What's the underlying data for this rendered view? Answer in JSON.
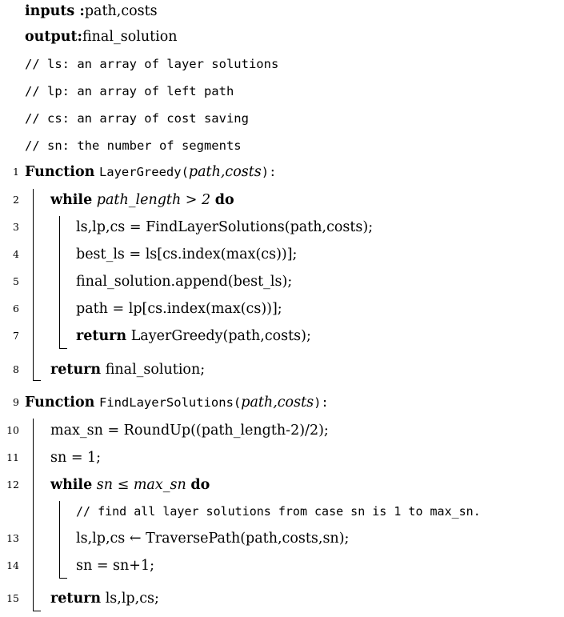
{
  "header": {
    "inputs_kw": "inputs :",
    "inputs_val": "path,costs",
    "output_kw": "output:",
    "output_val": "final_solution"
  },
  "comments": [
    "// ls:  an array of layer solutions",
    "// lp:  an array of left path",
    "// cs:  an array of cost saving",
    "// sn:  the number of segments"
  ],
  "lines": [
    {
      "n": "1",
      "kw": "Function",
      "fn": "LayerGreedy(",
      "args": "path,costs",
      "end": "):"
    },
    {
      "n": "2",
      "kw": "while",
      "cond": "path_length > 2",
      "kw2": "do"
    },
    {
      "n": "3",
      "text": "ls,lp,cs = FindLayerSolutions(path,costs);"
    },
    {
      "n": "4",
      "text": "best_ls = ls[cs.index(max(cs))];"
    },
    {
      "n": "5",
      "text": "final_solution.append(best_ls);"
    },
    {
      "n": "6",
      "text": "path = lp[cs.index(max(cs))];"
    },
    {
      "n": "7",
      "kw": "return",
      "text": "LayerGreedy(path,costs);"
    },
    {
      "n": "8",
      "kw": "return",
      "text": "final_solution;"
    },
    {
      "n": "9",
      "kw": "Function",
      "fn": "FindLayerSolutions(",
      "args": "path,costs",
      "end": "):"
    },
    {
      "n": "10",
      "text": "max_sn = RoundUp((path_length-2)/2);"
    },
    {
      "n": "11",
      "text": "sn = 1;"
    },
    {
      "n": "12",
      "kw": "while",
      "cond": "sn ≤ max_sn",
      "kw2": "do"
    },
    {
      "comment": "// find all layer solutions from case sn is 1 to max_sn."
    },
    {
      "n": "13",
      "text": "ls,lp,cs ← TraversePath(path,costs,sn);"
    },
    {
      "n": "14",
      "text": "sn = sn+1;"
    },
    {
      "n": "15",
      "kw": "return",
      "text": "ls,lp,cs;"
    }
  ]
}
